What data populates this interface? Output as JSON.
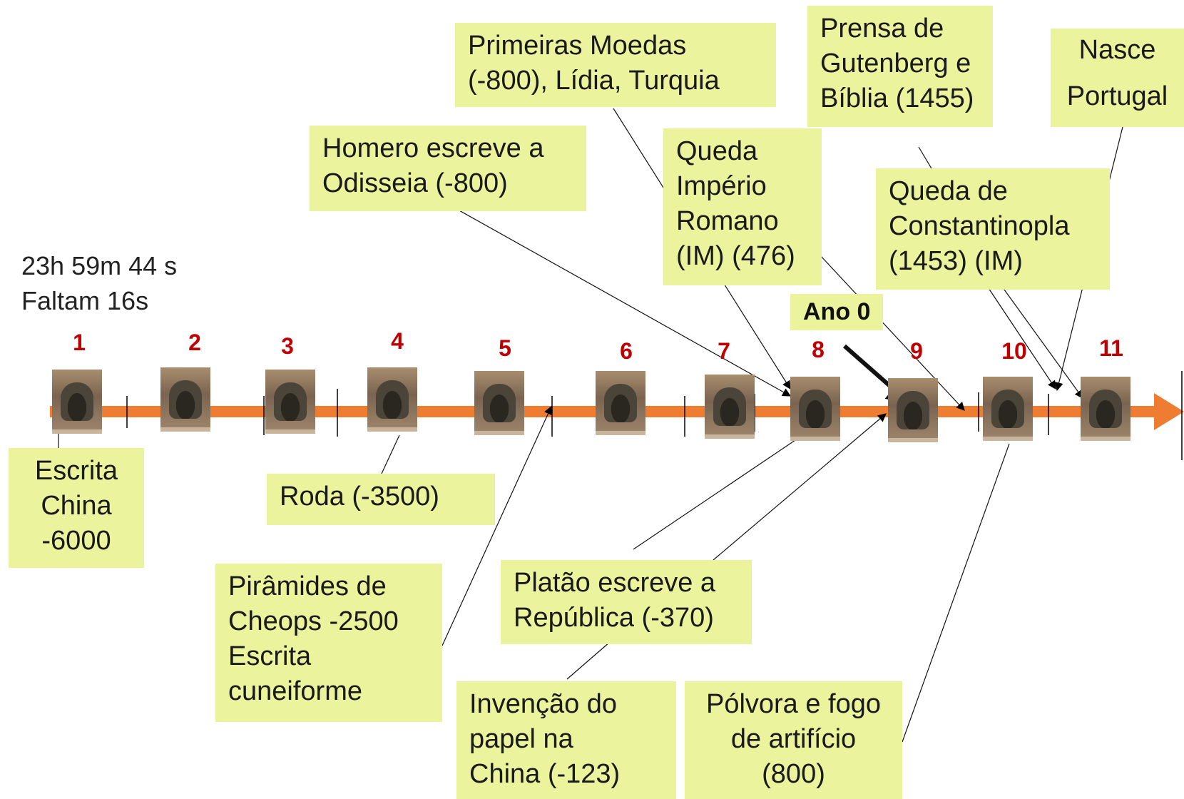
{
  "clock": {
    "time": "23h 59m 44 s",
    "remaining": "Faltam 16s"
  },
  "markers": [
    "1",
    "2",
    "3",
    "4",
    "5",
    "6",
    "7",
    "8",
    "9",
    "10",
    "11"
  ],
  "year_zero": "Ano 0",
  "events": {
    "escrita_china": [
      "Escrita",
      "China",
      "-6000"
    ],
    "roda": [
      "Roda (-3500)"
    ],
    "piramides": [
      "Pirâmides de",
      "Cheops  -2500",
      "Escrita",
      "cuneiforme"
    ],
    "homero": [
      "Homero escreve a",
      "Odisseia (-800)"
    ],
    "moedas": [
      "Primeiras Moedas",
      "(-800), Lídia, Turquia"
    ],
    "platao": [
      "Platão escreve a",
      "República (-370)"
    ],
    "papel": [
      "Invenção do",
      "papel na",
      "China (-123)"
    ],
    "queda_roma": [
      "Queda",
      "Império",
      "Romano",
      "(IM) (476)"
    ],
    "polvora": [
      "Pólvora e fogo",
      "de artifício",
      "(800)"
    ],
    "gutenberg": [
      "Prensa de",
      "Gutenberg e",
      "Bíblia (1455)"
    ],
    "constantinopla": [
      "Queda de",
      "Constantinopla",
      "(1453) (IM)"
    ],
    "portugal": [
      "Nasce",
      "Portugal"
    ]
  },
  "colors": {
    "arrow": "#ef7d31",
    "label_bg": "#ebf39c",
    "marker_number": "#c00000"
  }
}
